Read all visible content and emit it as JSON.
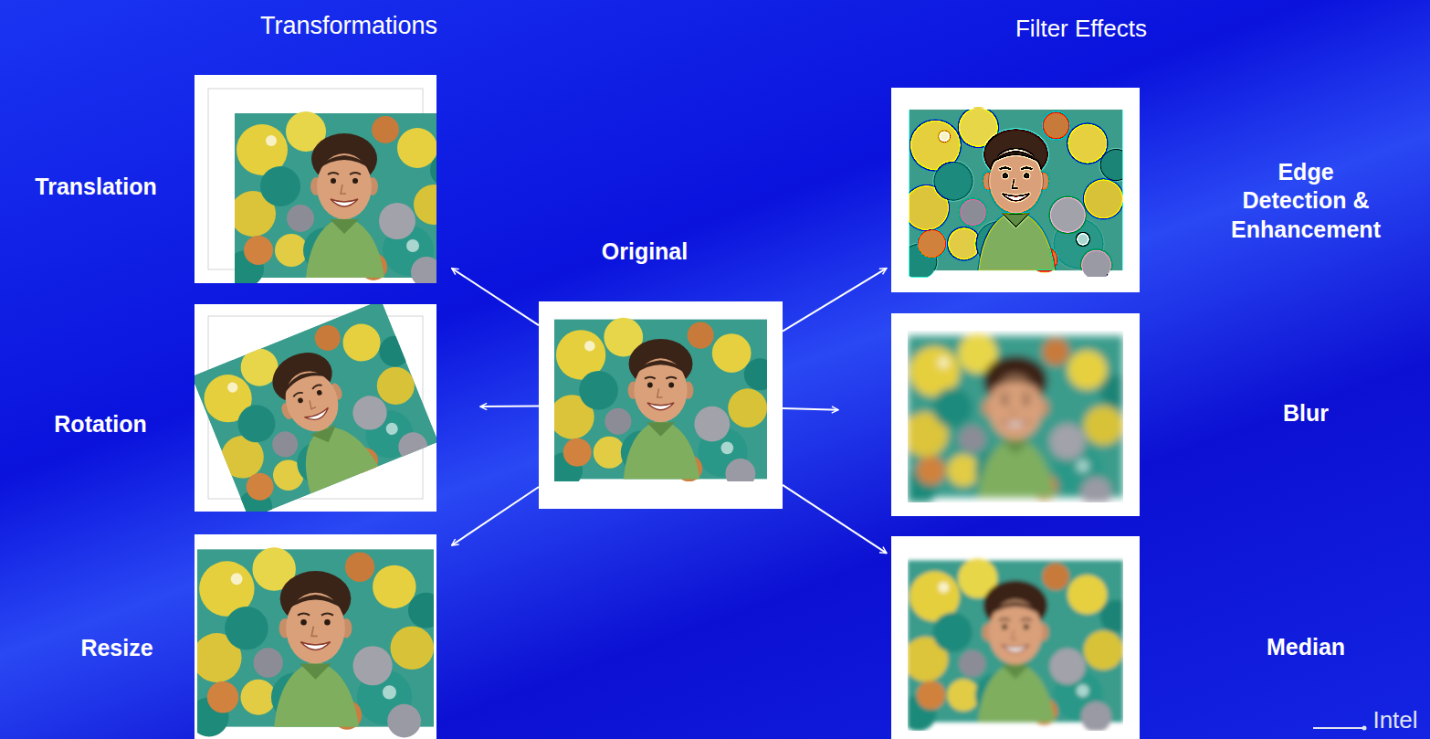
{
  "diagram": {
    "nodes": [
      {
        "text": [
          "Translation"
        ]
      },
      {
        "text": [
          "Original"
        ]
      },
      {
        "text": [
          "Edge Detection & Enhancement"
        ]
      },
      {
        "text": [
          "Rotation"
        ]
      },
      {
        "text": [
          "Blur"
        ]
      },
      {
        "text": [
          "Resize"
        ]
      },
      {
        "text": [
          "Median"
        ]
      }
    ],
    "edges": [
      {
        "from": 1,
        "to": 0,
        "arrow": "to"
      },
      {
        "from": 1,
        "to": 3,
        "arrow": "to"
      },
      {
        "from": 1,
        "to": 5,
        "arrow": "to"
      },
      {
        "from": 1,
        "to": 2,
        "arrow": "to"
      },
      {
        "from": 1,
        "to": 4,
        "arrow": "to"
      },
      {
        "from": 1,
        "to": 6,
        "arrow": "to"
      }
    ],
    "labels": [
      "Transformations",
      "Filter Effects",
      "Intel"
    ]
  }
}
